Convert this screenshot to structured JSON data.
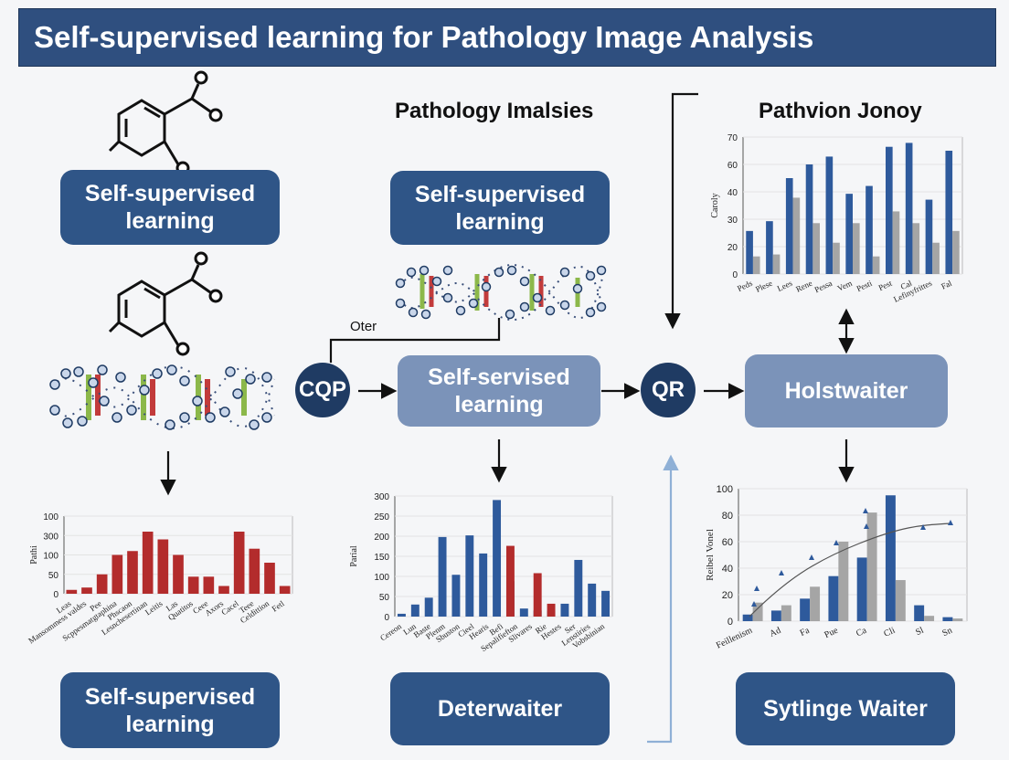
{
  "title": "Self-supervised learning for Pathology Image Analysis",
  "headings": {
    "middle": "Pathology Imalsies",
    "right": "Pathvion Jonoy"
  },
  "labels": {
    "oter": "Oter"
  },
  "boxes": {
    "top_left": "Self-supervised learning",
    "top_middle": "Self-supervised learning",
    "center": "Self-servised learning",
    "right_center": "Holstwaiter",
    "bottom_left": "Self-supervised learning",
    "bottom_middle": "Deterwaiter",
    "bottom_right": "Sytlinge Waiter"
  },
  "circles": {
    "left": "CQP",
    "right": "QR"
  },
  "colors": {
    "banner": "#2f4f7f",
    "box_dark": "#2f5587",
    "box_light": "#7b93b9",
    "circle": "#1f3b63",
    "bar_blue": "#2e5a9c",
    "bar_red": "#b32c2c",
    "bar_gray": "#a5a5a5"
  },
  "chart_data": [
    {
      "type": "bar",
      "id": "top-right-chart",
      "ylabel": "Caroly",
      "ylim": [
        0,
        70
      ],
      "yticks": [
        0,
        20,
        30,
        40,
        60,
        70
      ],
      "categories": [
        "Peds",
        "Plese",
        "Lees",
        "Rene",
        "Pessa",
        "Vem",
        "Pesti",
        "Pest",
        "Cal",
        "Lefinyfrittes",
        "Fal"
      ],
      "series": [
        {
          "color": "#2e5a9c",
          "values": [
            22,
            27,
            49,
            56,
            60,
            41,
            45,
            65,
            67,
            38,
            63
          ]
        },
        {
          "color": "#a5a5a5",
          "values": [
            9,
            10,
            39,
            26,
            16,
            26,
            9,
            32,
            26,
            16,
            22
          ]
        }
      ]
    },
    {
      "type": "bar",
      "id": "bottom-left-chart",
      "ylabel": "Pathi",
      "ylim": [
        0,
        100
      ],
      "yticks": [
        "0",
        "50",
        "100",
        "300",
        "100"
      ],
      "categories": [
        "Leas",
        "Mansommess valdes",
        "Pee",
        "Scppesmatgtaphina",
        "Phscaon",
        "Lesnchesertinan",
        "Leitis",
        "Las",
        "Quatitos",
        "Ceee",
        "Axors",
        "Cacel",
        "Teee",
        "Celdittion",
        "Fetl"
      ],
      "series": [
        {
          "color": "#b32c2c",
          "values": [
            5,
            8,
            25,
            50,
            55,
            80,
            70,
            50,
            22,
            22,
            10,
            80,
            58,
            40,
            10
          ]
        }
      ]
    },
    {
      "type": "bar",
      "id": "bottom-middle-chart",
      "ylabel": "Parial",
      "ylim": [
        0,
        300
      ],
      "yticks": [
        0,
        50,
        100,
        150,
        200,
        250,
        300
      ],
      "categories": [
        "Cereon",
        "Lun",
        "Baste",
        "Plenm",
        "Sbuston",
        "Cieel",
        "Hearis",
        "Befi",
        "Sepalifiefton",
        "Slivares",
        "Rie",
        "Hestes",
        "Ser",
        "Lenstiries",
        "Vobsbinian"
      ],
      "series": [
        {
          "color": "#2e5a9c",
          "values": [
            7,
            30,
            47,
            198,
            104,
            202,
            157,
            290,
            88,
            20,
            15,
            15,
            32,
            141,
            82,
            64
          ]
        },
        {
          "color": "#b32c2c",
          "values": [
            176,
            108,
            32
          ]
        }
      ]
    },
    {
      "type": "bar",
      "id": "bottom-right-chart",
      "ylabel": "Reibel Vonel",
      "ylim": [
        0,
        100
      ],
      "yticks": [
        0,
        20,
        40,
        60,
        80,
        100
      ],
      "categories": [
        "Feillenism",
        "Ad",
        "Fa",
        "Pue",
        "Ca",
        "Cli",
        "Sl",
        "Sn"
      ],
      "series": [
        {
          "color": "#2e5a9c",
          "values": [
            5,
            8,
            17,
            34,
            48,
            95,
            12,
            3
          ]
        },
        {
          "color": "#a5a5a5",
          "values": [
            14,
            12,
            26,
            60,
            82,
            31,
            4,
            2
          ]
        }
      ]
    }
  ]
}
